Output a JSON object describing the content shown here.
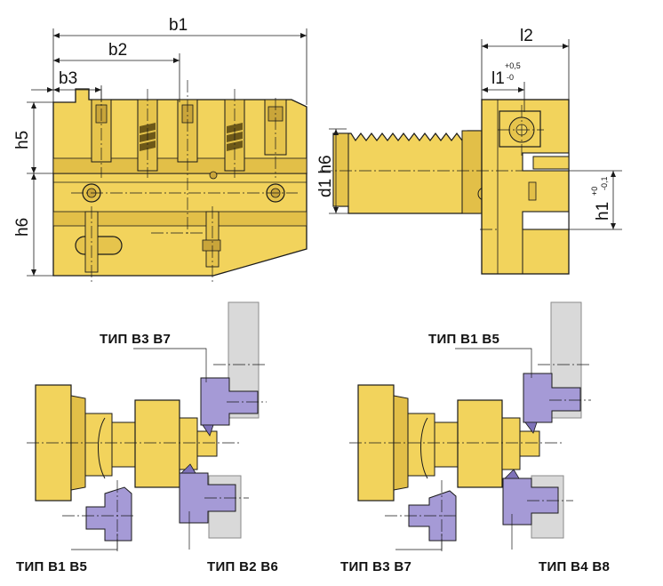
{
  "top_left_view": {
    "dim_b1": "b1",
    "dim_b2": "b2",
    "dim_b3": "b3",
    "dim_h5": "h5",
    "dim_h6": "h6"
  },
  "top_right_view": {
    "dim_l2": "l2",
    "dim_l1": "l1",
    "dim_l1_tol_upper": "+0,5",
    "dim_l1_tol_lower": "-0",
    "dim_d1": "d1 h6",
    "dim_h1": "h1",
    "dim_h1_tol_upper": "+0",
    "dim_h1_tol_lower": "-0,1"
  },
  "bottom_left_view": {
    "label_top": "ТИП B3 B7",
    "label_bottom_left": "ТИП B1 B5",
    "label_bottom_right": "ТИП B2 B6"
  },
  "bottom_right_view": {
    "label_top": "ТИП B1 B5",
    "label_bottom_left": "ТИП B3 B7",
    "label_bottom_right": "ТИП B4 B8"
  },
  "colors": {
    "body": "#f2d35c",
    "body_dark": "#c9a53a",
    "tool": "#a59ad6",
    "tool_dark": "#7e72b9",
    "post": "#d9d9d9",
    "line": "#1a1a1a"
  }
}
